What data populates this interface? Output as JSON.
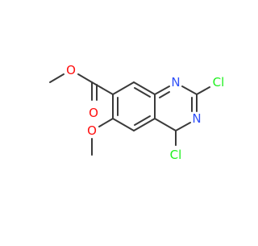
{
  "molecule": {
    "atom_labels": {
      "O_ester_single": "O",
      "O_carbonyl": "O",
      "O_methoxy": "O",
      "N1": "N",
      "N3": "N",
      "Cl_2": "Cl",
      "Cl_4": "Cl"
    },
    "colors": {
      "bond": "#3a3a3a",
      "oxygen": "#ff0d0d",
      "nitrogen": "#3050f8",
      "chlorine": "#1ff01f"
    }
  }
}
